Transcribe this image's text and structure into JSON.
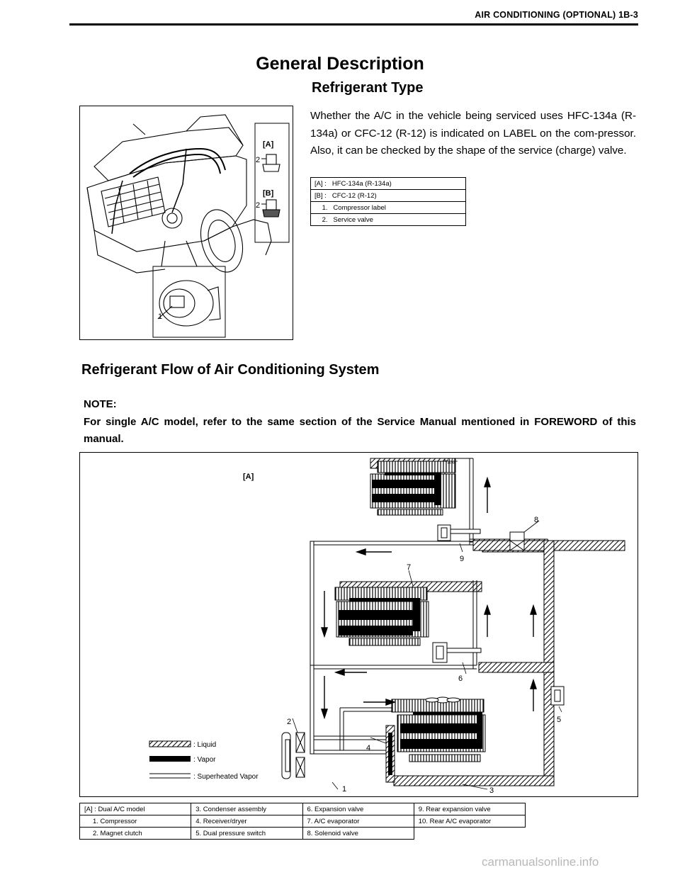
{
  "header": {
    "title": "AIR CONDITIONING (OPTIONAL) 1B-3"
  },
  "heading": "General Description",
  "section1": {
    "title": "Refrigerant Type",
    "paragraph": "Whether the A/C in the vehicle being serviced uses HFC-134a (R-134a) or CFC-12 (R-12) is indicated on LABEL on the com-pressor. Also, it can be checked by the shape of the service (charge) valve.",
    "figure_labels": {
      "a": "[A]",
      "b": "[B]",
      "two": "2",
      "one": "1"
    },
    "legend": [
      {
        "key": "[A] :",
        "text": "HFC-134a (R-134a)"
      },
      {
        "key": "[B] :",
        "text": "CFC-12 (R-12)"
      },
      {
        "key": "1.",
        "text": "Compressor label"
      },
      {
        "key": "2.",
        "text": "Service valve"
      }
    ]
  },
  "section2": {
    "title": "Refrigerant Flow of Air Conditioning System",
    "note_label": "NOTE:",
    "note_text": "For single A/C model, refer to the same section of the Service Manual mentioned in FOREWORD of this manual.",
    "figure_labels": {
      "a": "[A]",
      "n1": "1",
      "n2": "2",
      "n3": "3",
      "n4": "4",
      "n5": "5",
      "n6": "6",
      "n7": "7",
      "n8": "8",
      "n9": "9",
      "n10": "10"
    },
    "key": {
      "liquid": ": Liquid",
      "vapor": ": Vapor",
      "superheated": ": Superheated Vapor"
    },
    "legend_rows": [
      [
        "[A] :   Dual A/C model",
        "3.   Condenser assembly",
        "6.   Expansion valve",
        "9.   Rear expansion valve"
      ],
      [
        "1.   Compressor",
        "4.   Receiver/dryer",
        "7.   A/C evaporator",
        "10.   Rear A/C evaporator"
      ],
      [
        "2.   Magnet clutch",
        "5.   Dual pressure switch",
        "8.   Solenoid valve",
        ""
      ]
    ]
  },
  "watermark": "carmanualsonline.info"
}
